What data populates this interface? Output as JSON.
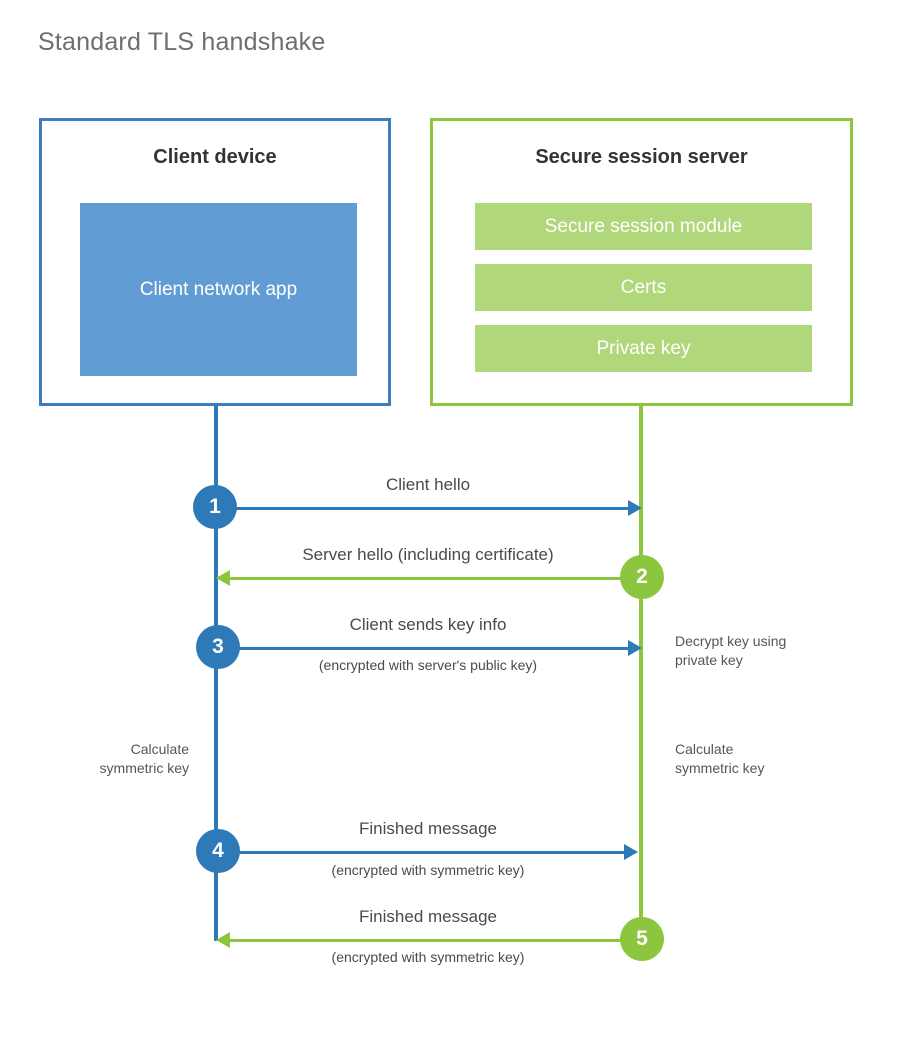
{
  "title": "Standard TLS handshake",
  "colors": {
    "client_blue": "#2e7ab8",
    "client_app_fill": "#629cd4",
    "server_green": "#8cc63f",
    "server_bar_fill": "#b0d77a",
    "title_gray": "#6e6e6e",
    "text_gray": "#4a4a4a"
  },
  "client_panel": {
    "title": "Client device",
    "app_label": "Client network app"
  },
  "server_panel": {
    "title": "Secure session server",
    "bars": [
      {
        "label": "Secure session module"
      },
      {
        "label": "Certs"
      },
      {
        "label": "Private key"
      }
    ]
  },
  "messages": [
    {
      "step": "1",
      "label": "Client hello",
      "sublabel": "",
      "direction": "client-to-server",
      "color": "#2e7ab8"
    },
    {
      "step": "2",
      "label": "Server hello (including certificate)",
      "sublabel": "",
      "direction": "server-to-client",
      "color": "#8cc63f"
    },
    {
      "step": "3",
      "label": "Client sends key info",
      "sublabel": "(encrypted with server's public key)",
      "direction": "client-to-server",
      "color": "#2e7ab8"
    },
    {
      "step": "4",
      "label": "Finished message",
      "sublabel": "(encrypted with symmetric key)",
      "direction": "client-to-server",
      "color": "#2e7ab8"
    },
    {
      "step": "5",
      "label": "Finished message",
      "sublabel": "(encrypted with symmetric key)",
      "direction": "server-to-client",
      "color": "#8cc63f"
    }
  ],
  "notes": {
    "decrypt_key": "Decrypt key using\nprivate key",
    "calculate_symmetric_key_client": "Calculate\nsymmetric key",
    "calculate_symmetric_key_server": "Calculate\nsymmetric key"
  }
}
